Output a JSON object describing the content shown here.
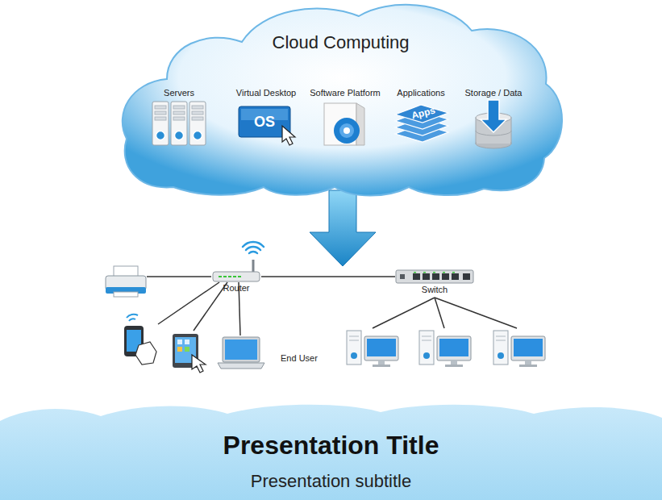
{
  "diagram": {
    "nodes": [
      {
        "text": [
          "Cloud Computing"
        ]
      },
      {
        "text": [
          "Servers"
        ],
        "in": 0
      },
      {
        "text": [
          "Virtual Desktop"
        ],
        "in": 0
      },
      {
        "text": [
          "Software Platform"
        ],
        "in": 0
      },
      {
        "text": [
          "Applications"
        ],
        "in": 0
      },
      {
        "text": [
          "Storage / Data"
        ],
        "in": 0
      },
      {
        "text": [
          "Router"
        ]
      },
      {
        "text": [
          "Switch"
        ]
      },
      {
        "text": [
          "Presentation Title",
          "Presentation subtitle"
        ]
      }
    ],
    "edges": [
      {
        "from": 6,
        "to": 7,
        "arrow": "none"
      }
    ],
    "labels": [
      "OS",
      "Apps",
      "End User"
    ]
  }
}
